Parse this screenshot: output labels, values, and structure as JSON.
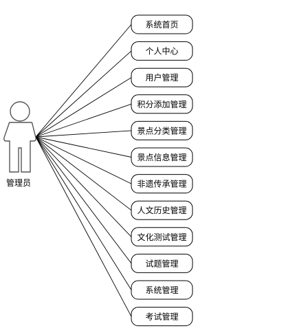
{
  "actor": {
    "label": "管理员"
  },
  "use_cases": [
    {
      "label": "系统首页"
    },
    {
      "label": "个人中心"
    },
    {
      "label": "用户管理"
    },
    {
      "label": "积分添加管理"
    },
    {
      "label": "景点分类管理"
    },
    {
      "label": "景点信息管理"
    },
    {
      "label": "非遗传承管理"
    },
    {
      "label": "人文历史管理"
    },
    {
      "label": "文化测试管理"
    },
    {
      "label": "试题管理"
    },
    {
      "label": "系统管理"
    },
    {
      "label": "考试管理"
    }
  ]
}
